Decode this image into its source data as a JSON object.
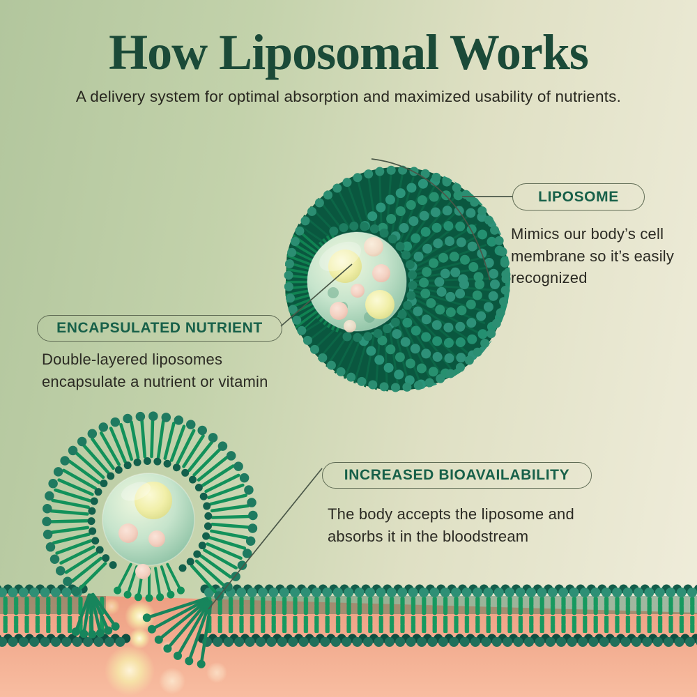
{
  "header": {
    "title": "How Liposomal Works",
    "subtitle": "A delivery system for optimal absorption and maximized usability of nutrients."
  },
  "callouts": {
    "liposome": {
      "label": "LIPOSOME",
      "description": "Mimics our body’s cell membrane so it’s easily recognized"
    },
    "encapsulated_nutrient": {
      "label": "ENCAPSULATED NUTRIENT",
      "description": "Double-layered liposomes encapsulate a nutrient or vitamin"
    },
    "increased_bioavailability": {
      "label": "INCREASED BIOAVAILABILITY",
      "description": "The body accepts the liposome and absorbs it in the bloodstream"
    }
  },
  "illustration": {
    "top_liposome": "liposome cross-section sphere with encapsulated nutrients",
    "bottom_liposome": "liposome fusing with cell membrane and releasing nutrients",
    "membrane": "cell membrane phospholipid bilayer",
    "bloodstream": "bloodstream area with absorbed nutrient orbs"
  },
  "colors": {
    "title_green": "#1b4a38",
    "label_green": "#176049",
    "body_text": "#2b2a23",
    "pill_border": "#5f6b54",
    "connector_line": "#4a5748",
    "bead_teal": "#2e9179",
    "tail_green": "#17995f",
    "background_green": "#b2c69d",
    "background_cream": "#f0eddb",
    "bloodstream_pink": "#f0a488",
    "nutrient_yellow": "#f1efa9",
    "nutrient_pink": "#f3d0c1"
  }
}
